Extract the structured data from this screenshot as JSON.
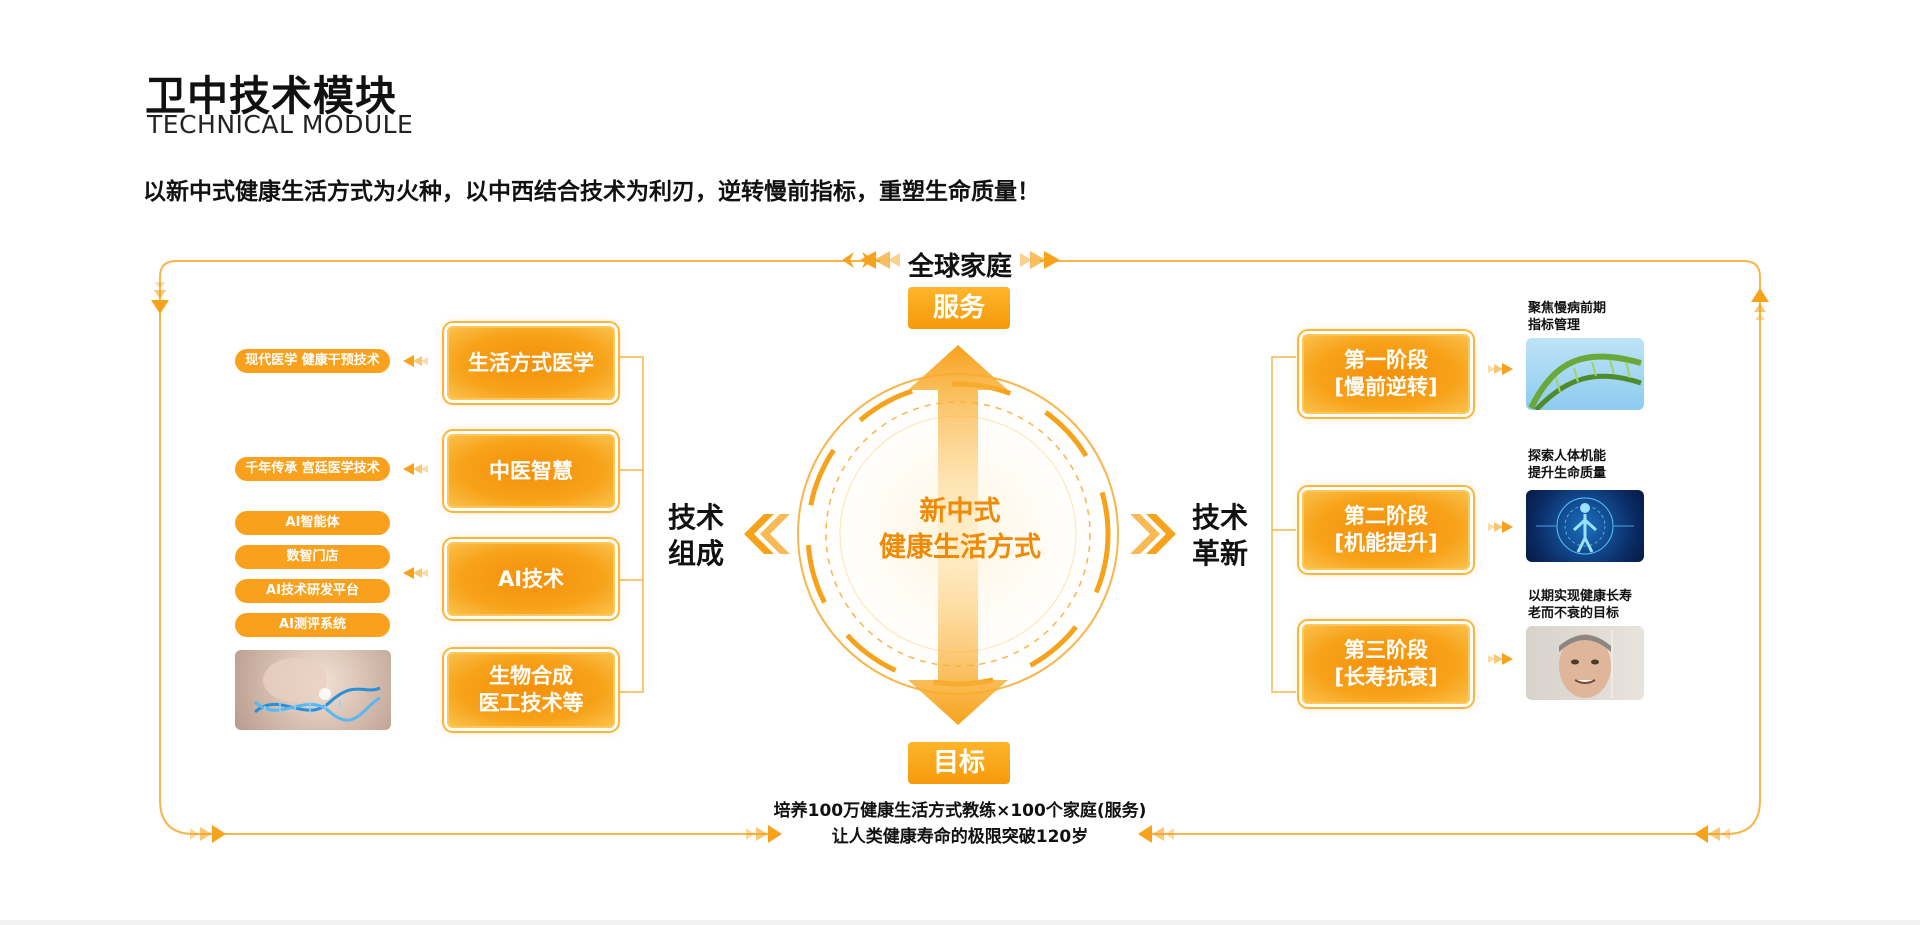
{
  "header": {
    "title_cn": "卫中技术模块",
    "title_en": "TECHNICAL MODULE",
    "slogan": "以新中式健康生活方式为火种，以中西结合技术为利刃，逆转慢前指标，重塑生命质量！"
  },
  "top": {
    "label": "全球家庭",
    "tag": "服务"
  },
  "center": {
    "line1": "新中式",
    "line2": "健康生活方式"
  },
  "bottom": {
    "tag": "目标",
    "line1": "培养100万健康生活方式教练×100个家庭(服务)",
    "line2": "让人类健康寿命的极限突破120岁"
  },
  "left": {
    "label_line1": "技术",
    "label_line2": "组成",
    "boxes": [
      {
        "line1": "生活方式医学",
        "line2": ""
      },
      {
        "line1": "中医智慧",
        "line2": ""
      },
      {
        "line1": "AI技术",
        "line2": ""
      },
      {
        "line1": "生物合成",
        "line2": "医工技术等"
      }
    ],
    "pills": [
      "现代医学  健康干预技术",
      "千年传承  宫廷医学技术",
      "AI智能体",
      "数智门店",
      "AI技术研发平台",
      "AI测评系统"
    ]
  },
  "right": {
    "label_line1": "技术",
    "label_line2": "革新",
    "stages": [
      {
        "line1": "第一阶段",
        "line2": "[慢前逆转]",
        "note1": "聚焦慢病前期",
        "note2": "指标管理"
      },
      {
        "line1": "第二阶段",
        "line2": "[机能提升]",
        "note1": "探索人体机能",
        "note2": "提升生命质量"
      },
      {
        "line1": "第三阶段",
        "line2": "[长寿抗衰]",
        "note1": "以期实现健康长寿",
        "note2": "老而不衰的目标"
      }
    ]
  },
  "colors": {
    "accent": "#f7a21b",
    "accent_dark": "#f08a05",
    "line": "#f9b54a",
    "text": "#111111"
  }
}
